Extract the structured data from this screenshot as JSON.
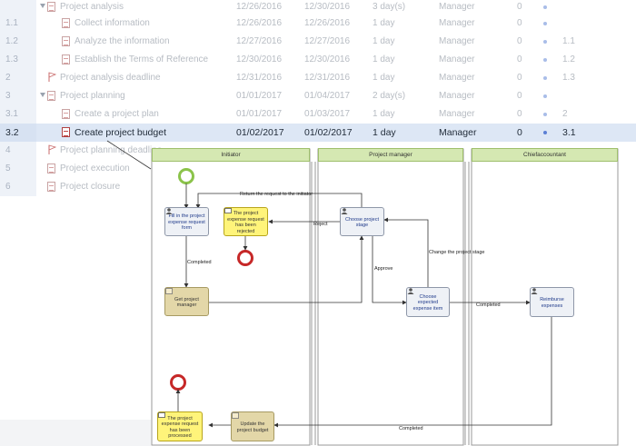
{
  "grid": {
    "rows": [
      {
        "num": "",
        "name": "Project analysis",
        "start": "12/26/2016",
        "end": "12/30/2016",
        "duration": "3 day(s)",
        "resource": "Manager",
        "cost": "0",
        "pred": ""
      },
      {
        "num": "1.1",
        "name": "Collect information",
        "start": "12/26/2016",
        "end": "12/26/2016",
        "duration": "1 day",
        "resource": "Manager",
        "cost": "0",
        "pred": ""
      },
      {
        "num": "1.2",
        "name": "Analyze the information",
        "start": "12/27/2016",
        "end": "12/27/2016",
        "duration": "1 day",
        "resource": "Manager",
        "cost": "0",
        "pred": "1.1"
      },
      {
        "num": "1.3",
        "name": "Establish the Terms of Reference",
        "start": "12/30/2016",
        "end": "12/30/2016",
        "duration": "1 day",
        "resource": "Manager",
        "cost": "0",
        "pred": "1.2"
      },
      {
        "num": "2",
        "name": "Project analysis deadline",
        "start": "12/31/2016",
        "end": "12/31/2016",
        "duration": "1 day",
        "resource": "Manager",
        "cost": "0",
        "pred": "1.3"
      },
      {
        "num": "3",
        "name": "Project planning",
        "start": "01/01/2017",
        "end": "01/04/2017",
        "duration": "2 day(s)",
        "resource": "Manager",
        "cost": "0",
        "pred": ""
      },
      {
        "num": "3.1",
        "name": "Create a project plan",
        "start": "01/01/2017",
        "end": "01/03/2017",
        "duration": "1 day",
        "resource": "Manager",
        "cost": "0",
        "pred": "2"
      },
      {
        "num": "3.2",
        "name": "Create project budget",
        "start": "01/02/2017",
        "end": "01/02/2017",
        "duration": "1 day",
        "resource": "Manager",
        "cost": "0",
        "pred": "3.1"
      },
      {
        "num": "4",
        "name": "Project planning deadline",
        "start": "",
        "end": "",
        "duration": "",
        "resource": "",
        "cost": "",
        "pred": ""
      },
      {
        "num": "5",
        "name": "Project execution",
        "start": "",
        "end": "",
        "duration": "",
        "resource": "",
        "cost": "",
        "pred": ""
      },
      {
        "num": "6",
        "name": "Project closure",
        "start": "",
        "end": "",
        "duration": "",
        "resource": "",
        "cost": "",
        "pred": ""
      }
    ]
  },
  "diagram": {
    "lanes": [
      "Initiator",
      "Project manager",
      "Chiefaccountant"
    ],
    "tasks": {
      "fill_form": "Fill in the project expense request form",
      "rejected": "The project expense request has been rejected",
      "choose_stage": "Choose project stage",
      "get_manager": "Get project manager",
      "choose_item": "Choose expected expense item",
      "reimburse": "Reimburse expenses",
      "processed": "The project expense request has been processed",
      "update_budget": "Update the project budget"
    },
    "flows": {
      "return": "Return the request to the initiator",
      "reject": "Reject",
      "completed1": "Completed",
      "change_stage": "Change the project stage",
      "approve": "Approve",
      "completed2": "Completed",
      "completed3": "Completed"
    }
  }
}
